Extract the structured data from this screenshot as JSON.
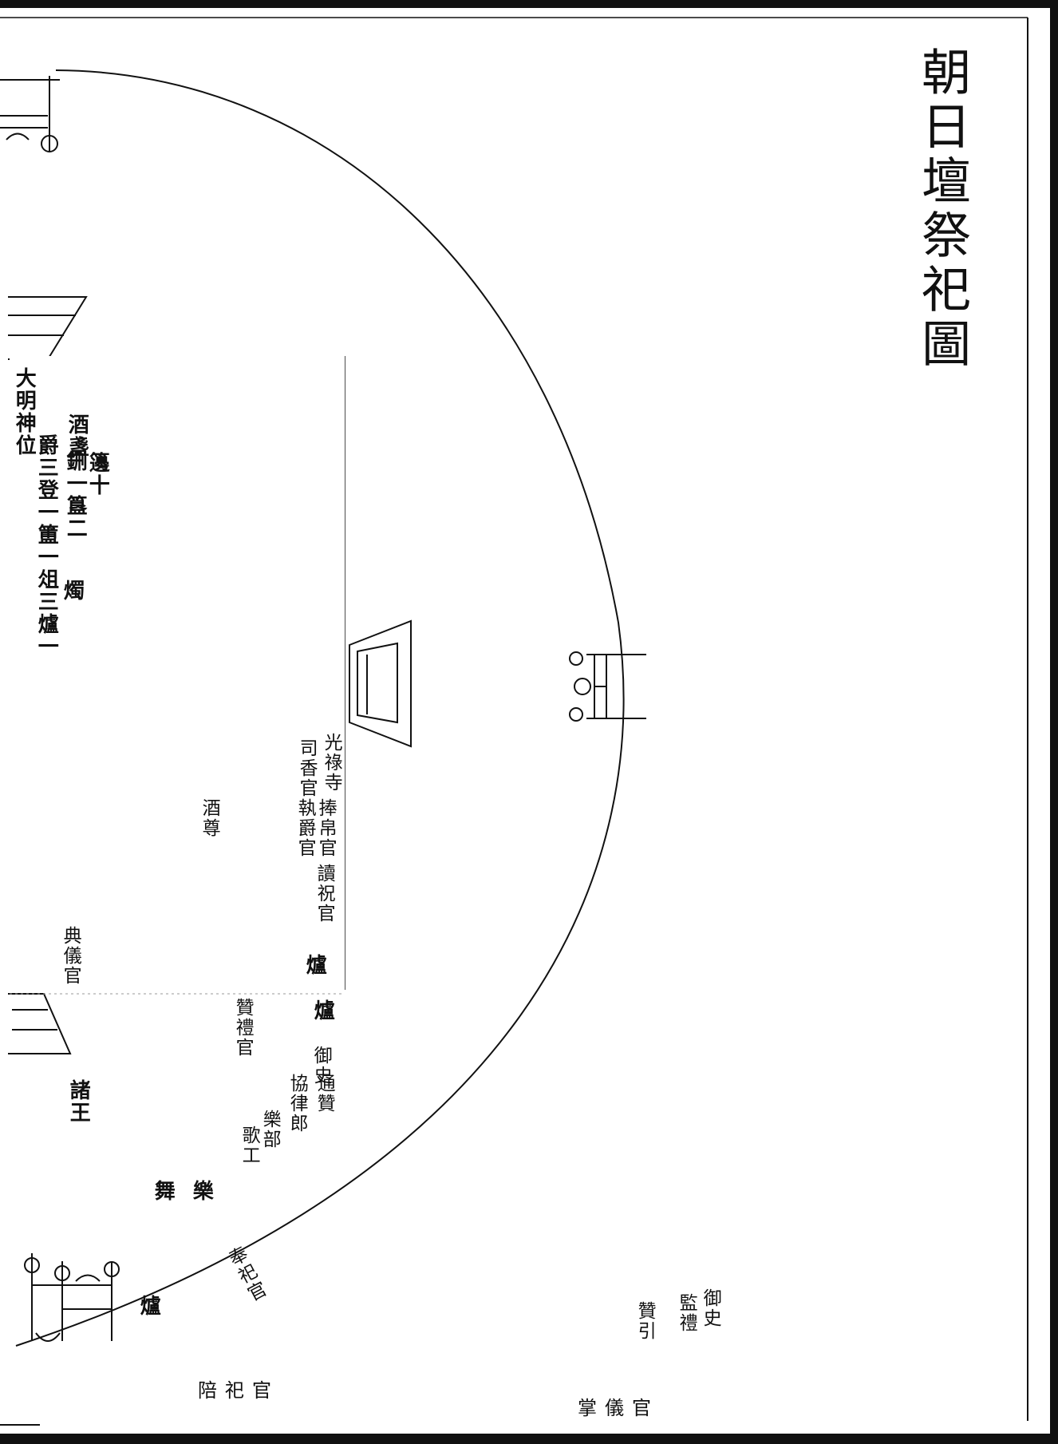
{
  "title": "朝日壇祭祀圖",
  "altar_panel": {
    "columns": [
      "大明神位",
      "爵三登一簠一俎三爐一",
      "籩十",
      "鉶一簋二",
      "燭",
      "酒盞"
    ]
  },
  "labels": {
    "guanglu": "光祿寺",
    "sixiang": "司香官",
    "pengxiang": "捧帛官",
    "zhuo_jiu": "執爵官",
    "jiu_zun": "酒尊",
    "dushu": "讀祝官",
    "zhu_guan": "典儀官",
    "lu_1": "爐",
    "lu_2": "爐",
    "lu_3": "爐",
    "zanli": "贊禮官",
    "yushi": "御史",
    "dongzhong": "通贊",
    "xiebu": "協律郎",
    "yuebu": "樂部",
    "gechang": "歌工",
    "wu": "舞",
    "yue": "樂",
    "zhu_wang": "諸王",
    "fengsi": "奉祀官",
    "ganshi": "陪祀官",
    "zhangyi": "掌儀官",
    "yushi_right": "御史",
    "jiandian": "監禮",
    "zhuzhi": "贊引"
  }
}
